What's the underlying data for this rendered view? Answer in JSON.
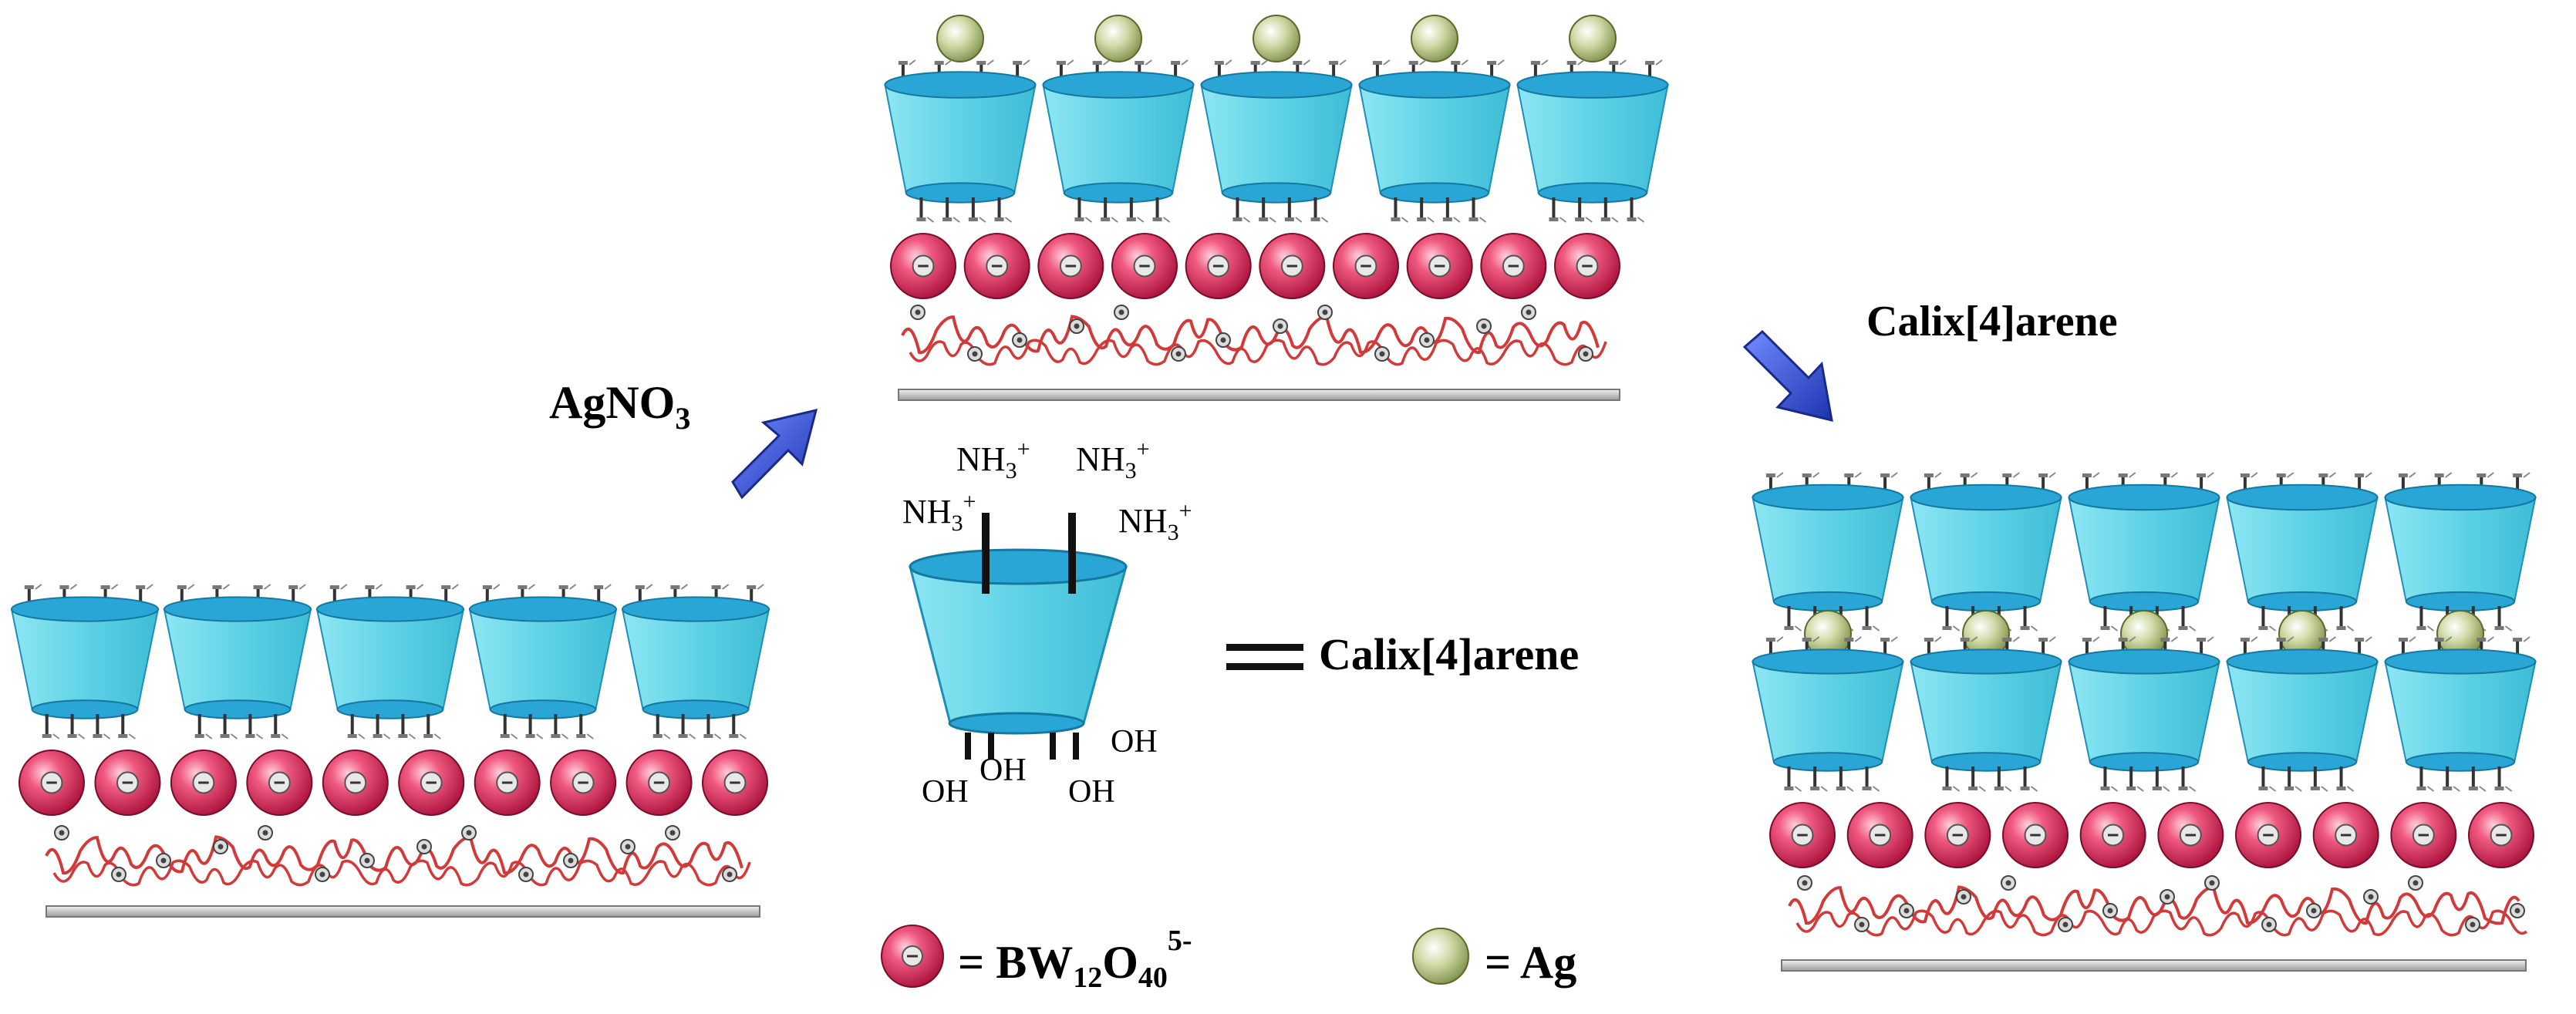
{
  "labels": {
    "agno3_main": "AgNO",
    "agno3_sub": "3",
    "calix_arrow_label": "Calix[4]arene",
    "equals_calix": "Calix[4]arene",
    "nh3": "NH",
    "nh3_sub": "3",
    "nh3_sup": "+",
    "oh": "OH",
    "legend_bw_prefix": "= BW",
    "legend_bw_sub1": "12",
    "legend_bw_mid": "O",
    "legend_bw_sub2": "40",
    "legend_bw_sup": "5-",
    "legend_ag": "= Ag",
    "anion_sign": "⊖"
  },
  "colors": {
    "calix_body": "#5fd3e6",
    "calix_rim": "#2aa6d6",
    "anion_fill": "#e0305a",
    "ag_fill": "#b9c98a",
    "polymer": "#d23a3a",
    "arrow": "#2e4fd6",
    "substrate": "#c8c8c8"
  },
  "panels": {
    "left": {
      "calix_count": 5,
      "anion_count": 10,
      "ag_count": 0
    },
    "middle": {
      "calix_count": 5,
      "anion_count": 10,
      "ag_count": 5
    },
    "right": {
      "calix_layers": 2,
      "calix_per_layer": 5,
      "anion_count": 10,
      "ag_count": 5
    }
  }
}
